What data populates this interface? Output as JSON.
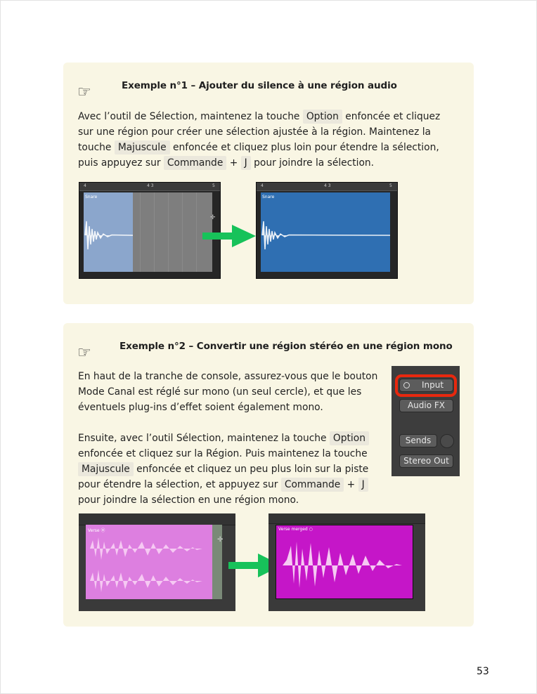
{
  "example1": {
    "heading": "Exemple n°1 – Ajouter du silence à une région audio",
    "p1": "Avec l’outil de Sélection, maintenez la touche ",
    "k_option": "Option",
    "p2": " enfoncée et cliquez sur une région pour créer une sélection ajustée à la région. Maintenez la touche ",
    "k_shift": "Majuscule",
    "p3": " enfoncée et cliquez plus loin pour étendre la sélection, puis appuyez sur ",
    "k_cmd": "Commande",
    "plus": "+",
    "k_j": "J",
    "p4": " pour joindre la sélection.",
    "ruler": {
      "left": "4",
      "mid": "4 3",
      "right": "5"
    },
    "region_label": "Snare",
    "colors": {
      "selected": "#8ba6cc",
      "gray": "#7e7e7e",
      "result": "#2f6fb2",
      "arrow": "#17c25a"
    }
  },
  "example2": {
    "heading": "Exemple n°2 – Convertir une région stéréo en une région mono",
    "para1": "En haut de la tranche de console, assurez-vous que le bouton Mode Canal est réglé sur mono (un seul cercle), et que les éventuels plug-ins d’effet soient également mono.",
    "p1": "Ensuite, avec l’outil Sélection, maintenez la touche ",
    "k_option": "Option",
    "p2": " enfoncée et cliquez sur la Région. Puis maintenez la touche ",
    "k_shift": "Majuscule",
    "p3": " enfoncée et cliquez un peu plus loin sur la piste pour étendre la sélection, et appuyez sur ",
    "k_cmd": "Commande",
    "plus": "+",
    "k_j": "J",
    "p4": " pour joindre la sélection en une région mono.",
    "console": {
      "input": "Input",
      "audio_fx": "Audio FX",
      "sends": "Sends",
      "stereo_out": "Stereo Out"
    },
    "region_label_before": "Verse",
    "region_label_after": "Verse merged",
    "colors": {
      "before": "#dd7fe0",
      "after": "#c516c8",
      "highlight": "#e8280e"
    }
  },
  "page_number": "53"
}
